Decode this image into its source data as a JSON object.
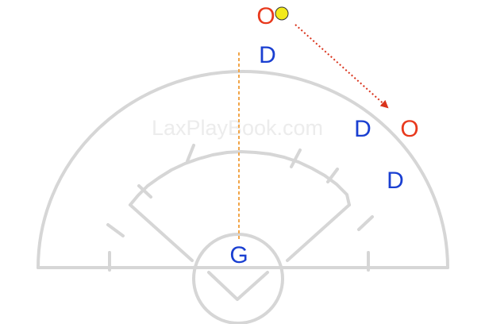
{
  "watermark": "LaxPlayBook.com",
  "colors": {
    "field_lines": "#d6d6d6",
    "offense": "#e8391d",
    "defense": "#1a3fd1",
    "goalie": "#1a3fd1",
    "ball": "#f3ea1a",
    "pass_arrow": "#d9331c",
    "guide_line": "#f2a64a",
    "watermark": "#ececec"
  },
  "players": [
    {
      "id": "offense-top",
      "label": "O",
      "team": "offense"
    },
    {
      "id": "offense-right",
      "label": "O",
      "team": "offense"
    },
    {
      "id": "defense-top",
      "label": "D",
      "team": "defense"
    },
    {
      "id": "defense-wing",
      "label": "D",
      "team": "defense"
    },
    {
      "id": "defense-right",
      "label": "D",
      "team": "defense"
    },
    {
      "id": "goalie",
      "label": "G",
      "team": "goalie"
    }
  ],
  "ball": {
    "holder": "offense-top"
  },
  "pass": {
    "from": "offense-top",
    "to": "offense-right",
    "style": "dotted-arrow"
  },
  "guide_line": {
    "style": "dashed"
  }
}
